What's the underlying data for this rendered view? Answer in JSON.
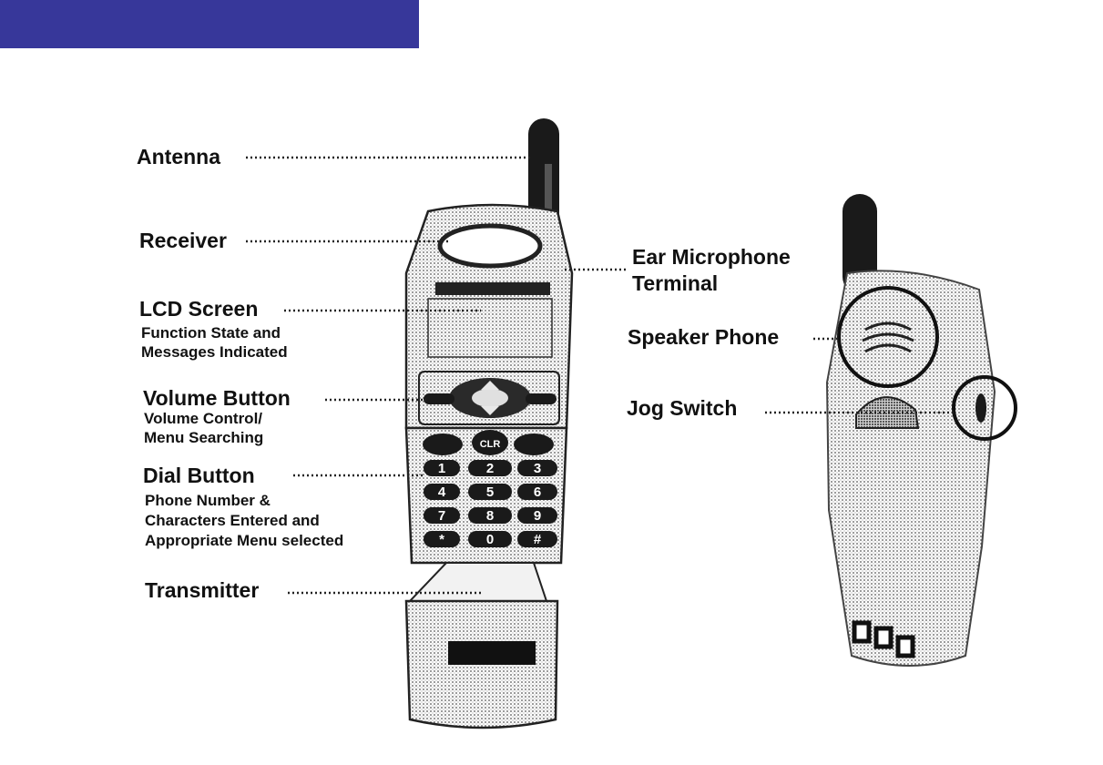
{
  "colors": {
    "header": "#37379a",
    "ink": "#111111",
    "line": "#222222",
    "shade": "#6f6f6f",
    "light": "#e8e8e8"
  },
  "labels": {
    "antenna": "Antenna",
    "receiver": "Receiver",
    "lcd_screen": "LCD Screen",
    "lcd_desc": [
      "Function State and",
      "Messages Indicated"
    ],
    "volume_button": "Volume Button",
    "volume_desc": [
      "Volume Control/",
      "Menu Searching"
    ],
    "dial_button": "Dial Button",
    "dial_desc": [
      "Phone Number &",
      "Characters Entered and",
      "Appropriate Menu selected"
    ],
    "transmitter": "Transmitter",
    "ear_microphone": [
      "Ear Microphone",
      "Terminal"
    ],
    "speaker_phone": "Speaker Phone",
    "jog_switch": "Jog Switch"
  },
  "keypad": {
    "clr": "CLR",
    "keys": [
      "1",
      "2",
      "3",
      "4",
      "5",
      "6",
      "7",
      "8",
      "9",
      "*",
      "0",
      "#"
    ]
  }
}
